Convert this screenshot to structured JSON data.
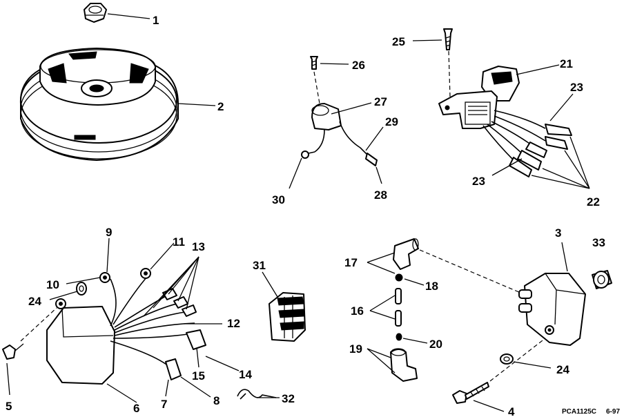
{
  "callouts": {
    "c1": "1",
    "c2": "2",
    "c3": "3",
    "c4": "4",
    "c5": "5",
    "c6": "6",
    "c7": "7",
    "c8": "8",
    "c9": "9",
    "c10": "10",
    "c11": "11",
    "c12": "12",
    "c13": "13",
    "c14": "14",
    "c15": "15",
    "c16": "16",
    "c17": "17",
    "c18": "18",
    "c19": "19",
    "c20": "20",
    "c21": "21",
    "c22": "22",
    "c23a": "23",
    "c23b": "23",
    "c24a": "24",
    "c24b": "24",
    "c25": "25",
    "c26": "26",
    "c27": "27",
    "c28": "28",
    "c29": "29",
    "c30": "30",
    "c31": "31",
    "c32": "32",
    "c33": "33"
  },
  "footer": {
    "code": "PCA1125C",
    "date": "6-97"
  }
}
